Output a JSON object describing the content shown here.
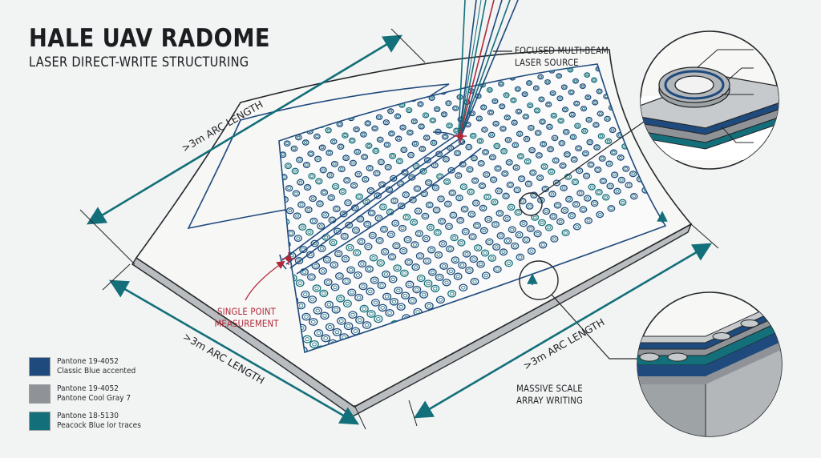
{
  "title": "HALE UAV RADOME",
  "subtitle": "LASER DIRECT-WRITE STRUCTURING",
  "labels": {
    "laser_source": [
      "FOCUSED MULTI-BEAM",
      "LASER SOURCE"
    ],
    "single_point": [
      "SINGLE POINT",
      "MEASUREMENT"
    ],
    "massive_scale": [
      "MASSIVE SCALE",
      "ARRAY WRITING"
    ]
  },
  "dimensions": {
    "top": ">3m ARC LENGTH",
    "bottom_left": ">3m ARC LENGTH",
    "bottom_right": ">3m ARC LENGTH"
  },
  "legend": [
    {
      "line1": "Pantone 19-4052",
      "line2": "Classic Blue accented",
      "color": "#1f4a7d"
    },
    {
      "line1": "Pantone 19-4052",
      "line2": "Pantone Cool Gray 7",
      "color": "#8f9397"
    },
    {
      "line1": "Pantone 18-5130",
      "line2": "Peacock Blue lor traces",
      "color": "#136f7a"
    }
  ],
  "colors": {
    "teal": "#136f7a",
    "navy": "#1f4a7d",
    "red": "#b2283a",
    "gray": "#8f9397"
  }
}
